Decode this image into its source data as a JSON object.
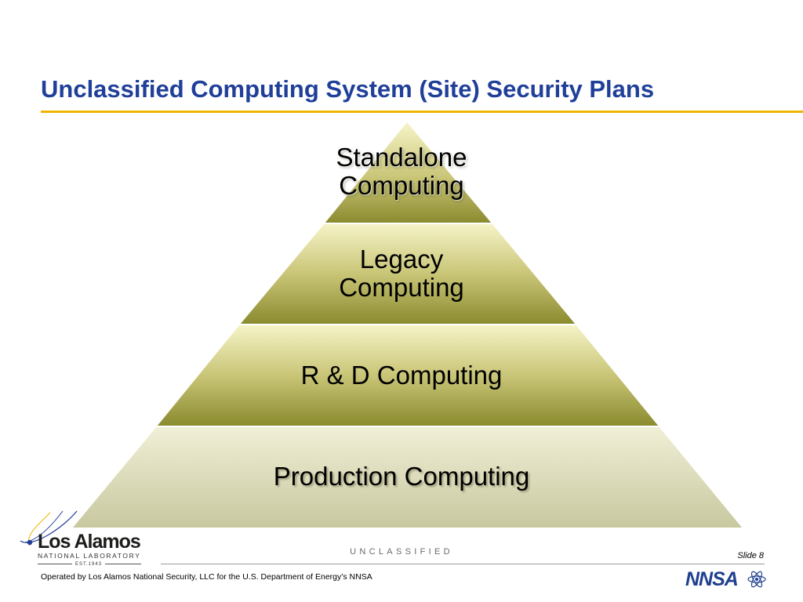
{
  "slide": {
    "title": "Unclassified Computing System (Site) Security Plans",
    "title_color": "#1f3f99",
    "accent_color": "#f0b400"
  },
  "pyramid": {
    "tiers": [
      {
        "label_lines": [
          "Standalone",
          "Computing"
        ]
      },
      {
        "label_lines": [
          "Legacy",
          "Computing"
        ]
      },
      {
        "label_lines": [
          "R & D Computing"
        ]
      },
      {
        "label_lines": [
          "Production Computing"
        ]
      }
    ],
    "colors": {
      "light": "#f6f4c8",
      "mid": "#c9c577",
      "dark": "#8a8a2e",
      "base_light": "#f1efd6",
      "base_dark": "#c8c8a0"
    }
  },
  "footer": {
    "classification": "UNCLASSIFIED",
    "slide_number": "Slide 8",
    "operated_by": "Operated by Los Alamos National Security, LLC for the U.S. Department of Energy’s NNSA"
  },
  "logo": {
    "name": "Los Alamos",
    "subtitle": "NATIONAL LABORATORY",
    "est": "EST.1943",
    "icon": "atom-orbit-icon"
  },
  "nnsa": {
    "text": "NNSA",
    "icon": "nnsa-logo-icon"
  }
}
